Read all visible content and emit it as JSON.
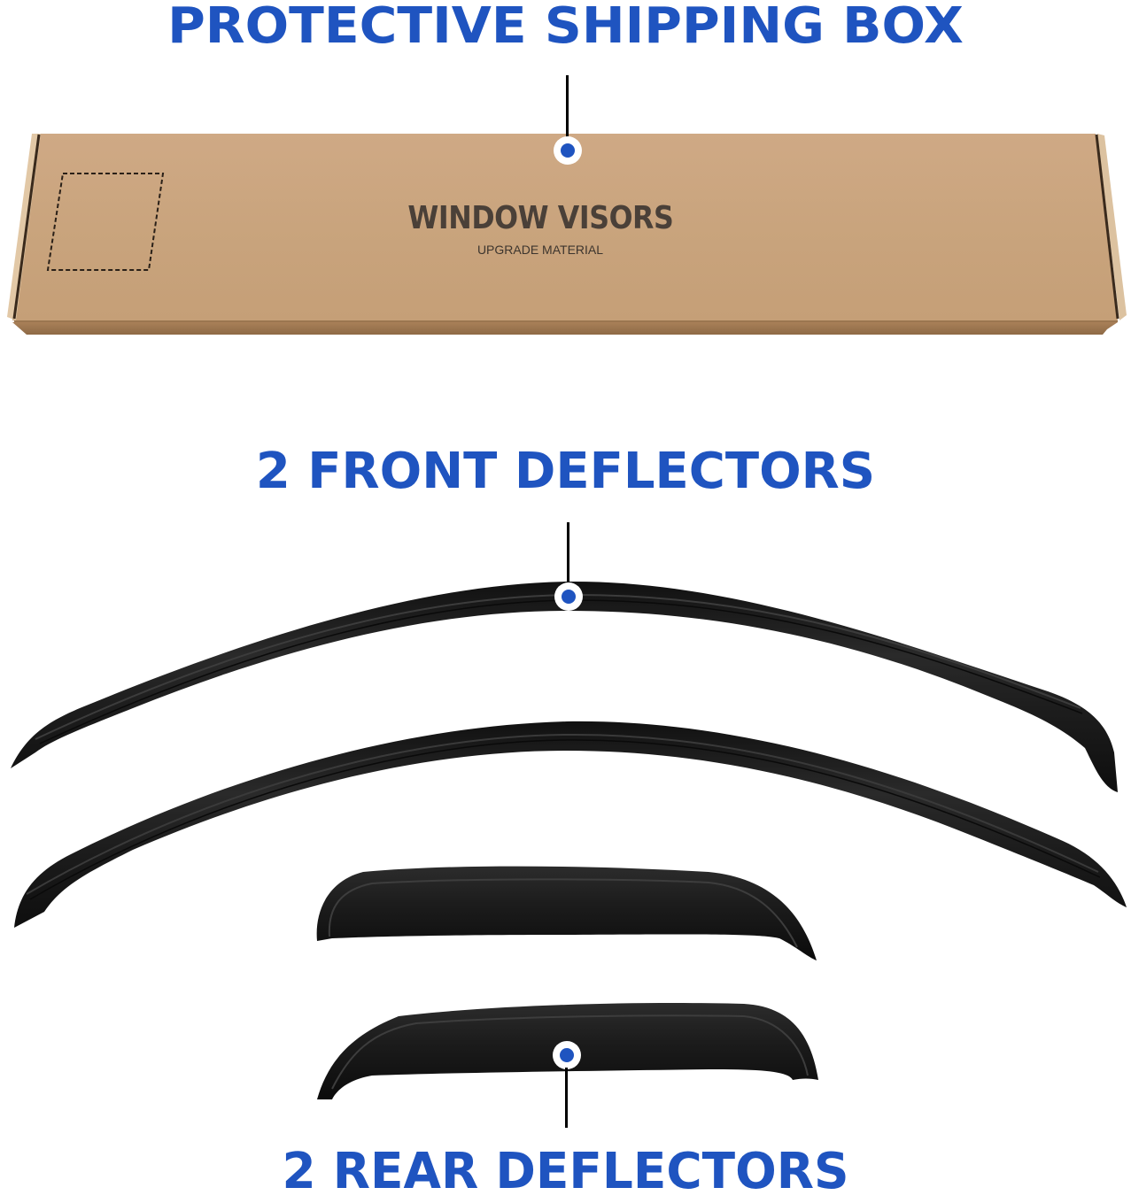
{
  "headings": {
    "box": "PROTECTIVE SHIPPING BOX",
    "front": "2 FRONT DEFLECTORS",
    "rear": "2 REAR DEFLECTORS"
  },
  "box_label": {
    "title": "WINDOW VISORS",
    "subtitle": "UPGRADE MATERIAL"
  },
  "colors": {
    "accent_blue": "#1f54c0",
    "cardboard": "#c9a57e",
    "deflector": "#1a1a1a",
    "leader_line": "#000000",
    "background": "#ffffff"
  },
  "items": [
    {
      "name": "protective-shipping-box",
      "count": 1
    },
    {
      "name": "front-deflector",
      "count": 2
    },
    {
      "name": "rear-deflector",
      "count": 2
    }
  ]
}
